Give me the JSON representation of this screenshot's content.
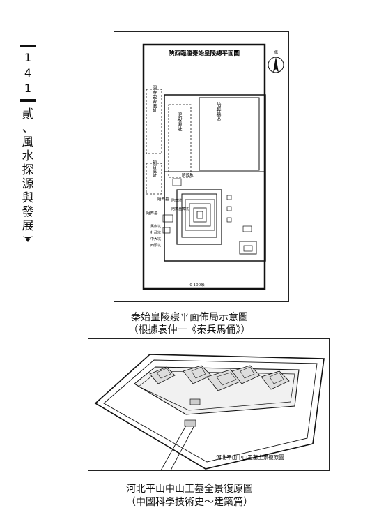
{
  "sidebar": {
    "page_number": [
      "1",
      "4",
      "1"
    ],
    "chapter_title": [
      "貳",
      "、",
      "風",
      "水",
      "探",
      "源",
      "與",
      "發",
      "展"
    ]
  },
  "figure1": {
    "title": "陝西臨潼秦始皇陵總平面圖",
    "north": "北",
    "labels": {
      "site1": "園寺吏舍遺址",
      "site2": "便殿遺址",
      "site3": "陪葬墓區",
      "site4": "飼官遺址",
      "site5": "陪葬坑",
      "site6": "陪葬墓",
      "site7": "陪葬坑",
      "site8": "陪葬墓",
      "site9": "陪葬墓葬坑",
      "site10": "馬廄坑",
      "site11": "杜武坑",
      "site12": "中大坑",
      "site13": "西頭坑"
    },
    "scale": "0 100米",
    "caption_line1": "秦始皇陵寢平面佈局示意圖",
    "caption_line2": "（根據袁仲一《秦兵馬俑》）"
  },
  "figure2": {
    "inset_label": "河北平山中山王墓全景復原圖",
    "caption_line1": "河北平山中山王墓全景復原圖",
    "caption_line2": "（中國科學技術史～建築篇）"
  }
}
